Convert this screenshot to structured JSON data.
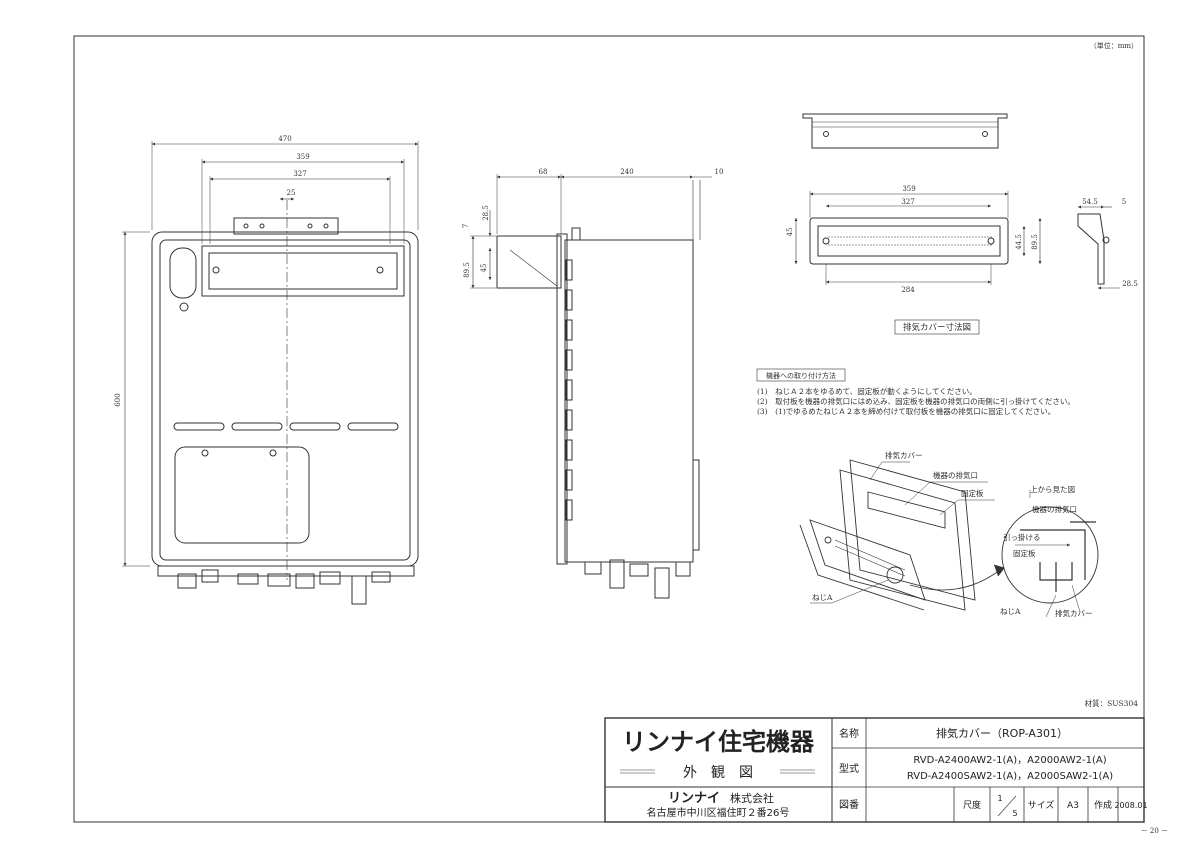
{
  "unit_note": "（単位：mm）",
  "front_view": {
    "dims": {
      "w470": "470",
      "w359": "359",
      "w327": "327",
      "w25": "25",
      "h600": "600"
    }
  },
  "side_view": {
    "dims": {
      "d68": "68",
      "d240": "240",
      "d10": "10",
      "d7": "7",
      "d28_5": "28.5",
      "d89_5": "89.5",
      "d45": "45"
    }
  },
  "cover_view": {
    "dims": {
      "c359": "359",
      "c327": "327",
      "c284": "284",
      "c45": "45",
      "c44_5": "44.5",
      "c89_5": "89.5",
      "c54_5": "54.5",
      "c5": "5",
      "c28_5": "28.5"
    },
    "caption": "排気カバー寸法図"
  },
  "install": {
    "title": "機器への取り付け方法",
    "steps": [
      "(1)　ねじＡ２本をゆるめて、固定板が動くようにしてください。",
      "(2)　取付板を機器の排気口にはめ込み、固定板を機器の排気口の両側に引っ掛けてください。",
      "(3)　(1)でゆるめたねじＡ２本を締め付けて取付板を機器の排気口に固定してください。"
    ]
  },
  "callouts": {
    "exhaust_cover": "排気カバー",
    "device_outlet": "機器の排気口",
    "fixing_plate": "固定板",
    "screw_a": "ねじA",
    "top_view": "上から見た図",
    "device_outlet2": "機器の排気口",
    "hook": "引っ掛ける",
    "fixing_plate2": "固定板",
    "screw_a2": "ねじA",
    "exhaust_cover2": "排気カバー"
  },
  "material": "材質：SUS304",
  "title_block": {
    "company_logo": "リンナイ住宅機器",
    "drawing_kind": "外　観　図",
    "company_small": "リンナイ",
    "company_suffix": "株式会社",
    "address": "名古屋市中川区福住町２番26号",
    "name_label": "名称",
    "name_value": "排気カバー（ROP-A301）",
    "model_label": "型式",
    "model_line1": "RVD-A2400AW2-1(A)，A2000AW2-1(A)",
    "model_line2": "RVD-A2400SAW2-1(A)，A2000SAW2-1(A)",
    "drawing_no_label": "図番",
    "scale_label": "尺度",
    "scale_num": "1",
    "scale_den": "5",
    "size_label": "サイズ",
    "size_value": "A3",
    "created_label": "作成",
    "created_value": "2008.01"
  },
  "page_number": "－ 20 －"
}
